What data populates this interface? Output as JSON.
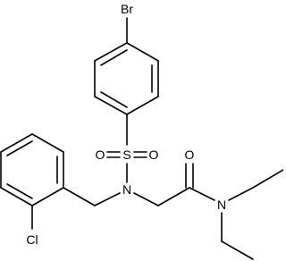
{
  "diagram": {
    "type": "chemical-structure",
    "atom_labels": {
      "bromine": "Br",
      "sulfur": "S",
      "oxygen_s_left": "O",
      "oxygen_s_right": "O",
      "oxygen_carbonyl": "O",
      "nitrogen_sulfonamide": "N",
      "nitrogen_amide": "N",
      "chlorine": "Cl"
    },
    "colors": {
      "bond": "#000000",
      "text": "#000000",
      "background": "#ffffff"
    }
  }
}
